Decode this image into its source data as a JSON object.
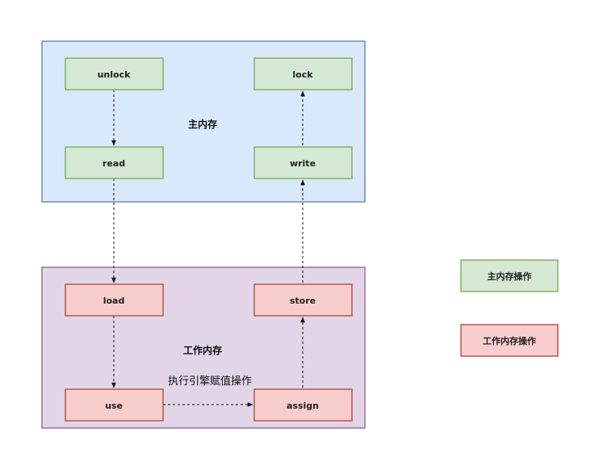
{
  "colors": {
    "main_memory_fill": "#dae8fc",
    "main_memory_stroke": "#6c8ebf",
    "work_memory_fill": "#e1d5e7",
    "work_memory_stroke": "#9673a6",
    "main_op_fill": "#d5e8d4",
    "main_op_stroke": "#82b366",
    "work_op_fill": "#f8cecc",
    "work_op_stroke": "#b85450",
    "arrow": "#111111"
  },
  "regions": {
    "main_memory": {
      "label": "主内存"
    },
    "work_memory": {
      "label": "工作内存"
    }
  },
  "nodes": {
    "unlock": "unlock",
    "lock": "lock",
    "read": "read",
    "write": "write",
    "load": "load",
    "store": "store",
    "use": "use",
    "assign": "assign"
  },
  "edges": {
    "use_assign_label": "执行引擎赋值操作"
  },
  "legend": {
    "main_op": "主内存操作",
    "work_op": "工作内存操作"
  }
}
